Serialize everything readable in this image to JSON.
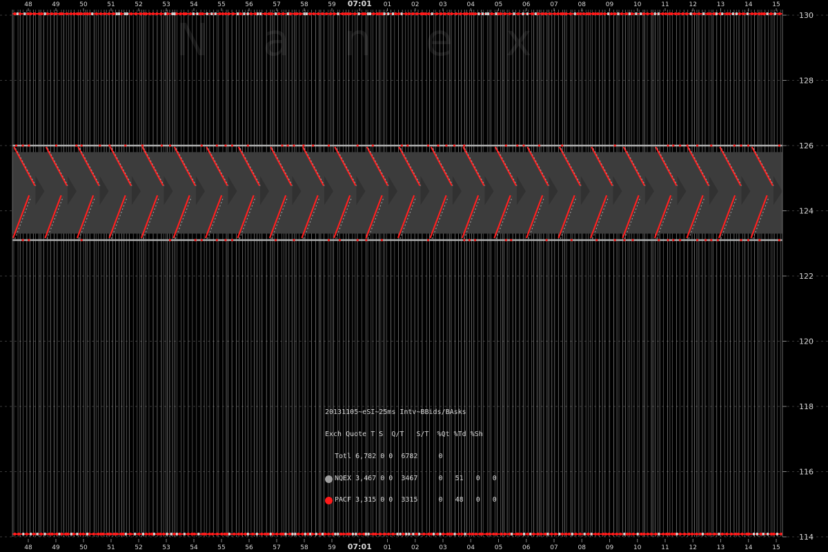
{
  "chart_data": {
    "type": "scatter",
    "title": "",
    "xlabel": "",
    "ylabel": "",
    "watermark": "Nanex",
    "x_tick_labels": [
      "48",
      "49",
      "50",
      "51",
      "52",
      "53",
      "54",
      "55",
      "56",
      "57",
      "58",
      "59",
      "07:01",
      "01",
      "02",
      "03",
      "04",
      "05",
      "06",
      "07",
      "08",
      "09",
      "10",
      "11",
      "12",
      "13",
      "14",
      "15"
    ],
    "y_tick_labels": [
      "130",
      "128",
      "126",
      "124",
      "122",
      "120",
      "118",
      "116",
      "114"
    ],
    "ylim": [
      114,
      130
    ],
    "grid": true,
    "band": {
      "ask_high": 126.0,
      "bid_low": 123.1,
      "mid": 124.6,
      "sawtooth_cycles": 24
    },
    "series": [
      {
        "name": "NQEX",
        "color": "#a0a0a0"
      },
      {
        "name": "PACF",
        "color": "#ff1a1a"
      }
    ],
    "legend": {
      "placement": "center-bottom",
      "title": "20131105~eSI~25ms Intv~BBids/BAsks",
      "header": "Exch Quote T S  Q/T   S/T  %Qt %Td %Sh",
      "rows": [
        {
          "name": "Totl",
          "text": "Totl 6,782 0 0  6782     0",
          "color": ""
        },
        {
          "name": "NQEX",
          "text": "NQEX 3,467 0 0  3467     0   51   0   0",
          "color": "#a0a0a0"
        },
        {
          "name": "PACF",
          "text": "PACF 3,315 0 0  3315     0   48   0   0",
          "color": "#ff1a1a"
        }
      ]
    }
  }
}
